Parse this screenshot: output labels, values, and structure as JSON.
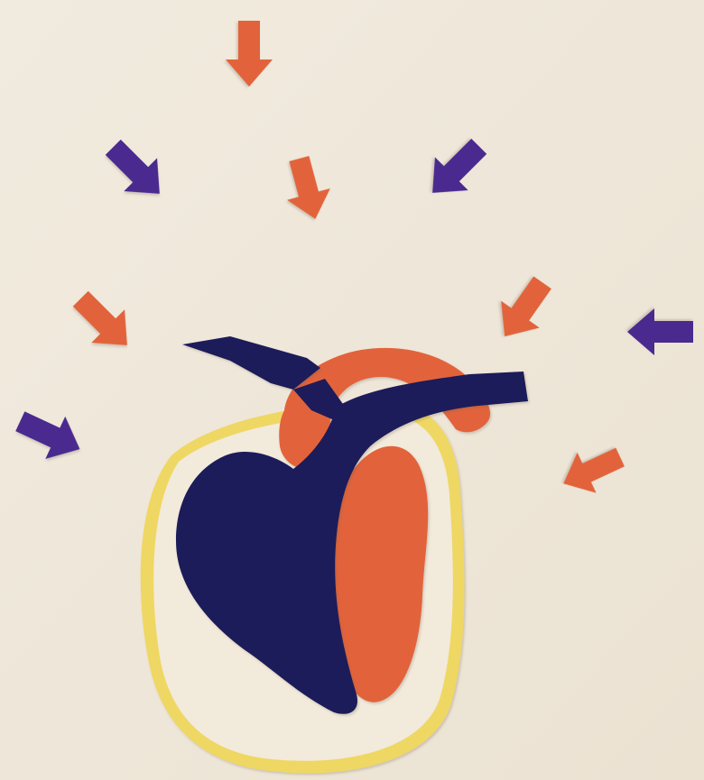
{
  "artwork": {
    "subject": "paper-cutout-heart",
    "colors": {
      "paper": "#efe7d8",
      "orange": "#e2633a",
      "purple": "#4b2c8f",
      "navy": "#1e1b5a",
      "yellow": "#efd764",
      "pericardium_fill": "#f2eadb"
    },
    "arrows": [
      {
        "id": "arrow-1",
        "color": "orange",
        "direction": "down"
      },
      {
        "id": "arrow-2",
        "color": "purple",
        "direction": "down-right"
      },
      {
        "id": "arrow-3",
        "color": "orange",
        "direction": "down-right"
      },
      {
        "id": "arrow-4",
        "color": "purple",
        "direction": "down-left"
      },
      {
        "id": "arrow-5",
        "color": "orange",
        "direction": "down-right"
      },
      {
        "id": "arrow-6",
        "color": "orange",
        "direction": "down-left"
      },
      {
        "id": "arrow-7",
        "color": "purple",
        "direction": "left"
      },
      {
        "id": "arrow-8",
        "color": "purple",
        "direction": "down-right"
      },
      {
        "id": "arrow-9",
        "color": "orange",
        "direction": "down-left"
      }
    ]
  }
}
